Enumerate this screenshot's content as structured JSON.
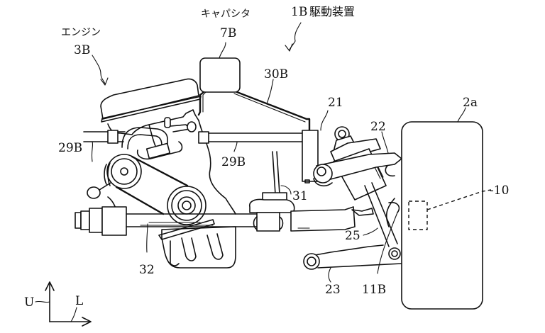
{
  "figure": {
    "title_ref": "1B",
    "title_text": "駆動装置",
    "colors": {
      "line": "#111111",
      "background": "#ffffff"
    }
  },
  "labels": {
    "engine_jp": "エンジン",
    "engine_ref": "3B",
    "capacitor_jp": "キャパシタ",
    "capacitor_ref": "7B",
    "cable": "30B",
    "shaft_left": "29B",
    "shaft_mid": "29B",
    "motor": "21",
    "upper_arm": "22",
    "wheel": "2a",
    "sensor": "10",
    "steering": "31",
    "tie_rod": "32",
    "strut": "25",
    "lower_arm": "23",
    "knuckle": "11B"
  },
  "axes": {
    "up": "U",
    "left": "L"
  }
}
